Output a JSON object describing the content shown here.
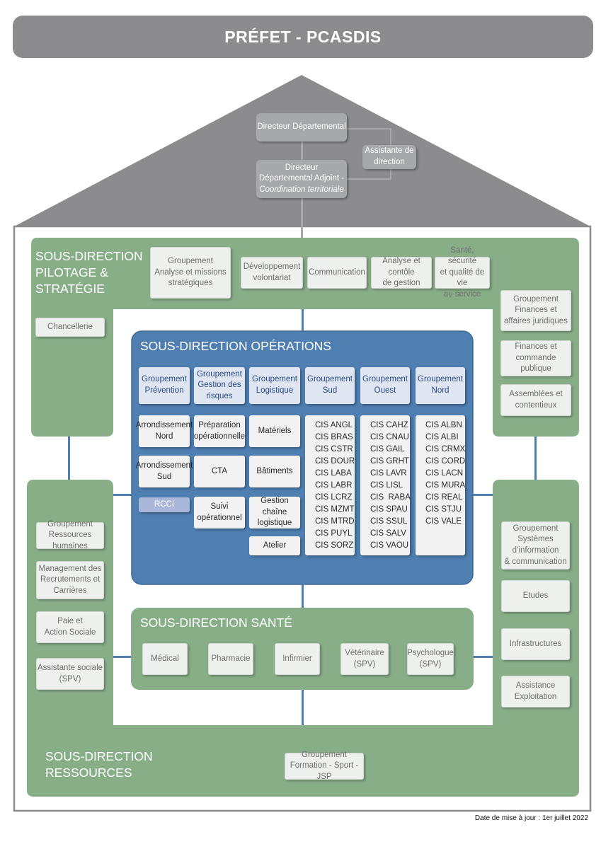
{
  "banner": "PRÉFET - PCASDIS",
  "direction": {
    "director": "Directeur Départemental",
    "assistant": "Assistante de direction",
    "deputy_line1": "Directeur",
    "deputy_line2": "Départemental Adjoint -",
    "deputy_line3": "Coordination territoriale"
  },
  "pilotage": {
    "title": "SOUS-DIRECTION\nPILOTAGE &\nSTRATÉGIE",
    "groupement": "Groupement\nAnalyse et missions\nstratégiques",
    "items": [
      "Développement\nvolontariat",
      "Communication",
      "Analyse et contôle\nde gestion",
      "Santé, sécurité\net qualité de vie\nau service"
    ],
    "chancellerie": "Chancellerie",
    "finances": "Groupement\nFinances et\naffaires juridiques",
    "finances_items": [
      "Finances et\ncommande\npublique",
      "Assemblées et\ncontentieux"
    ]
  },
  "operations": {
    "title": "SOUS-DIRECTION OPÉRATIONS",
    "groupements": [
      "Groupement\nPrévention",
      "Groupement\nGestion des\nrisques",
      "Groupement\nLogistique",
      "Groupement\nSud",
      "Groupement\nOuest",
      "Groupement\nNord"
    ],
    "prevention": [
      "Arrondissement\nNord",
      "Arrondissement\nSud"
    ],
    "rcci": "RCCI",
    "risques": [
      "Préparation\nopérationnelle",
      "CTA",
      "Suivi\nopérationnel"
    ],
    "logistique": [
      "Matériels",
      "Bâtiments",
      "Gestion chaîne\nlogistique",
      "Atelier"
    ],
    "sud": [
      "CIS ANGL",
      "CIS BRAS",
      "CIS CSTR",
      "CIS DOUR",
      "CIS LABA",
      "CIS LABR",
      "CIS LCRZ",
      "CIS MZMT",
      "CIS MTRD",
      "CIS PUYL",
      "CIS SORZ"
    ],
    "ouest": [
      "CIS CAHZ",
      "CIS CNAU",
      "CIS GAIL",
      "CIS GRHT",
      "CIS LAVR",
      "CIS LISL",
      "CIS  RABA",
      "CIS SPAU",
      "CIS SSUL",
      "CIS SALV",
      "CIS VAOU"
    ],
    "nord": [
      "CIS ALBN",
      "CIS ALBI",
      "CIS CRMX",
      "CIS CORD",
      "CIS LACN",
      "CIS MURA",
      "CIS REAL",
      "CIS STJU",
      "CIS VALE"
    ]
  },
  "sante": {
    "title": "SOUS-DIRECTION SANTÉ",
    "items": [
      "Médical",
      "Pharmacie",
      "Infirmier",
      "Vétérinaire\n(SPV)",
      "Psychologue\n(SPV)"
    ]
  },
  "ressources": {
    "title": "SOUS-DIRECTION\nRESSOURCES",
    "rh": "Groupement\nRessources humaines",
    "rh_items": [
      "Management des\nRecrutements et\nCarrières",
      "Paie et\nAction Sociale",
      "Assistante sociale\n(SPV)"
    ],
    "si": "Groupement\nSystèmes\nd’information\n& communication",
    "si_items": [
      "Etudes",
      "Infrastructures",
      "Assistance\nExploitation"
    ],
    "formation": "Groupement\nFormation - Sport - JSP"
  },
  "date": "Date de mise à jour : 1er juillet 2022"
}
